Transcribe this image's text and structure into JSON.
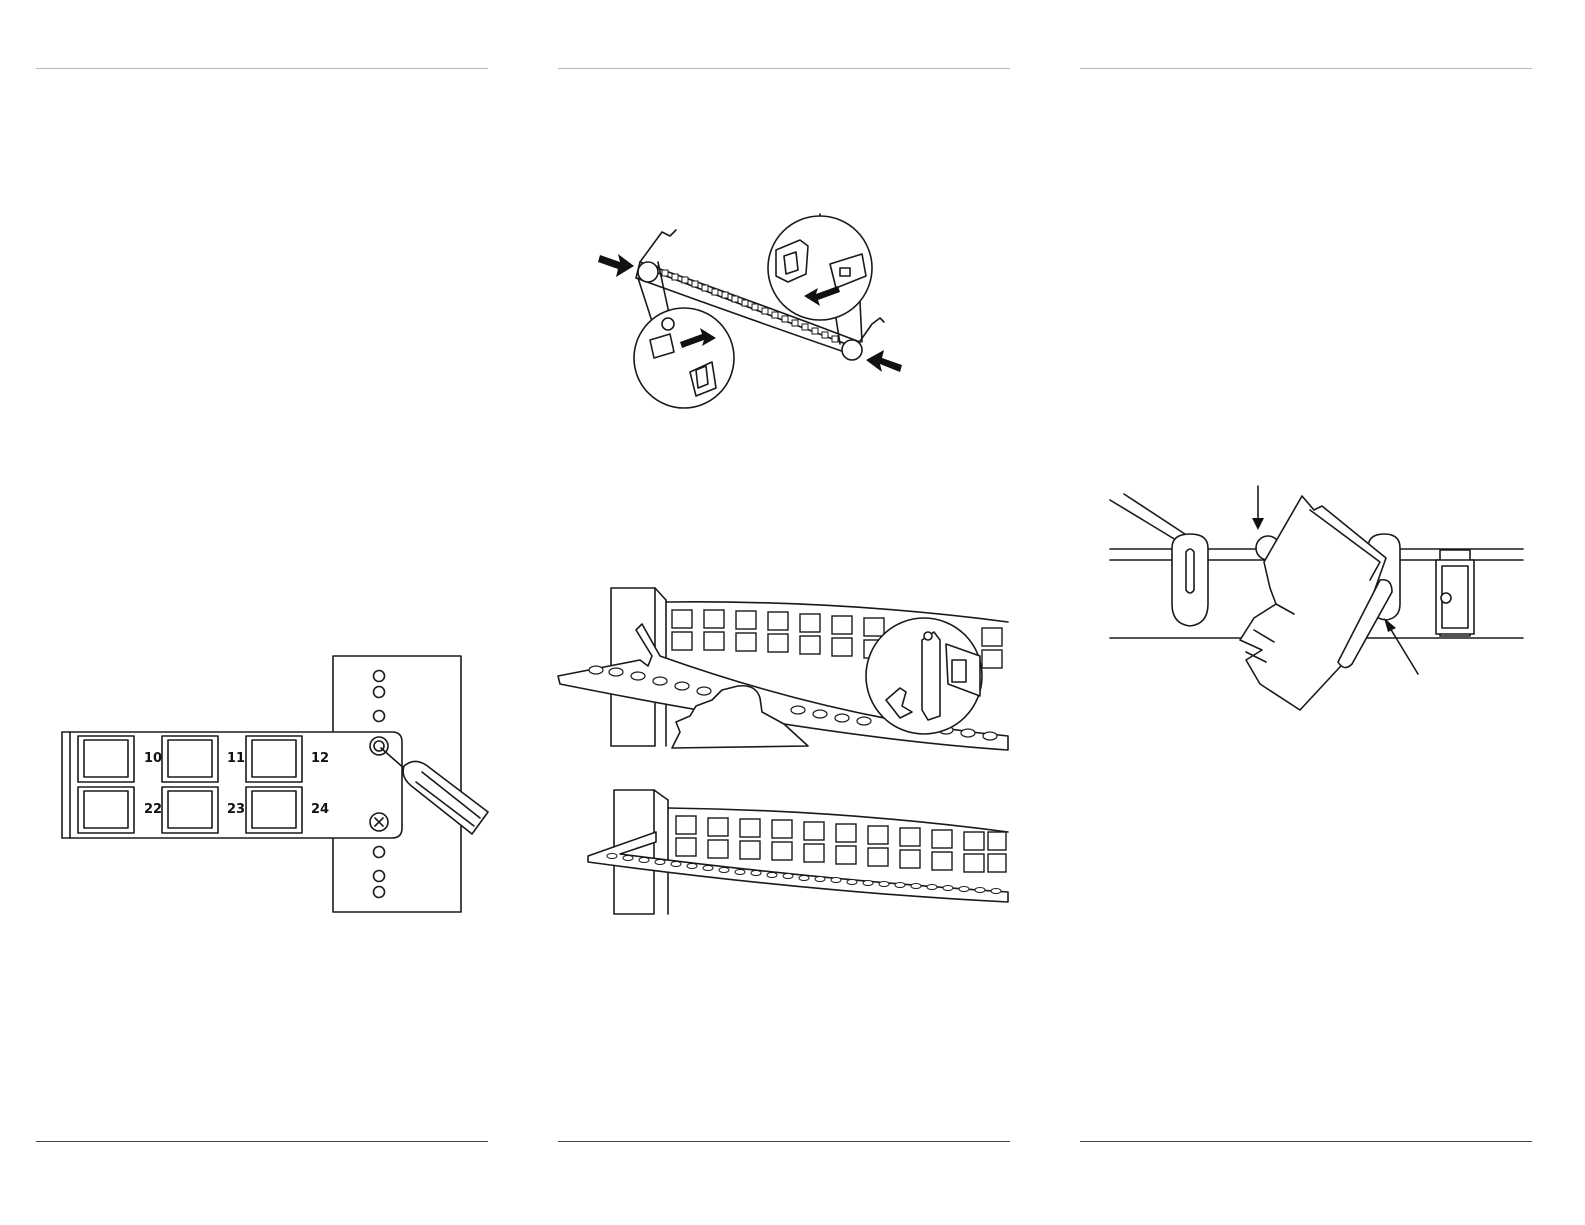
{
  "panels": [
    {
      "id": "left"
    },
    {
      "id": "center"
    },
    {
      "id": "right"
    }
  ],
  "figures": {
    "patch_panel": {
      "port_numbers_top": [
        "10",
        "11",
        "12"
      ],
      "port_numbers_bottom": [
        "22",
        "23",
        "24"
      ]
    }
  },
  "colors": {
    "ink": "#1a1a1a",
    "top_rule": "#b8b8b8",
    "bottom_rule": "#444444",
    "background": "#ffffff"
  }
}
